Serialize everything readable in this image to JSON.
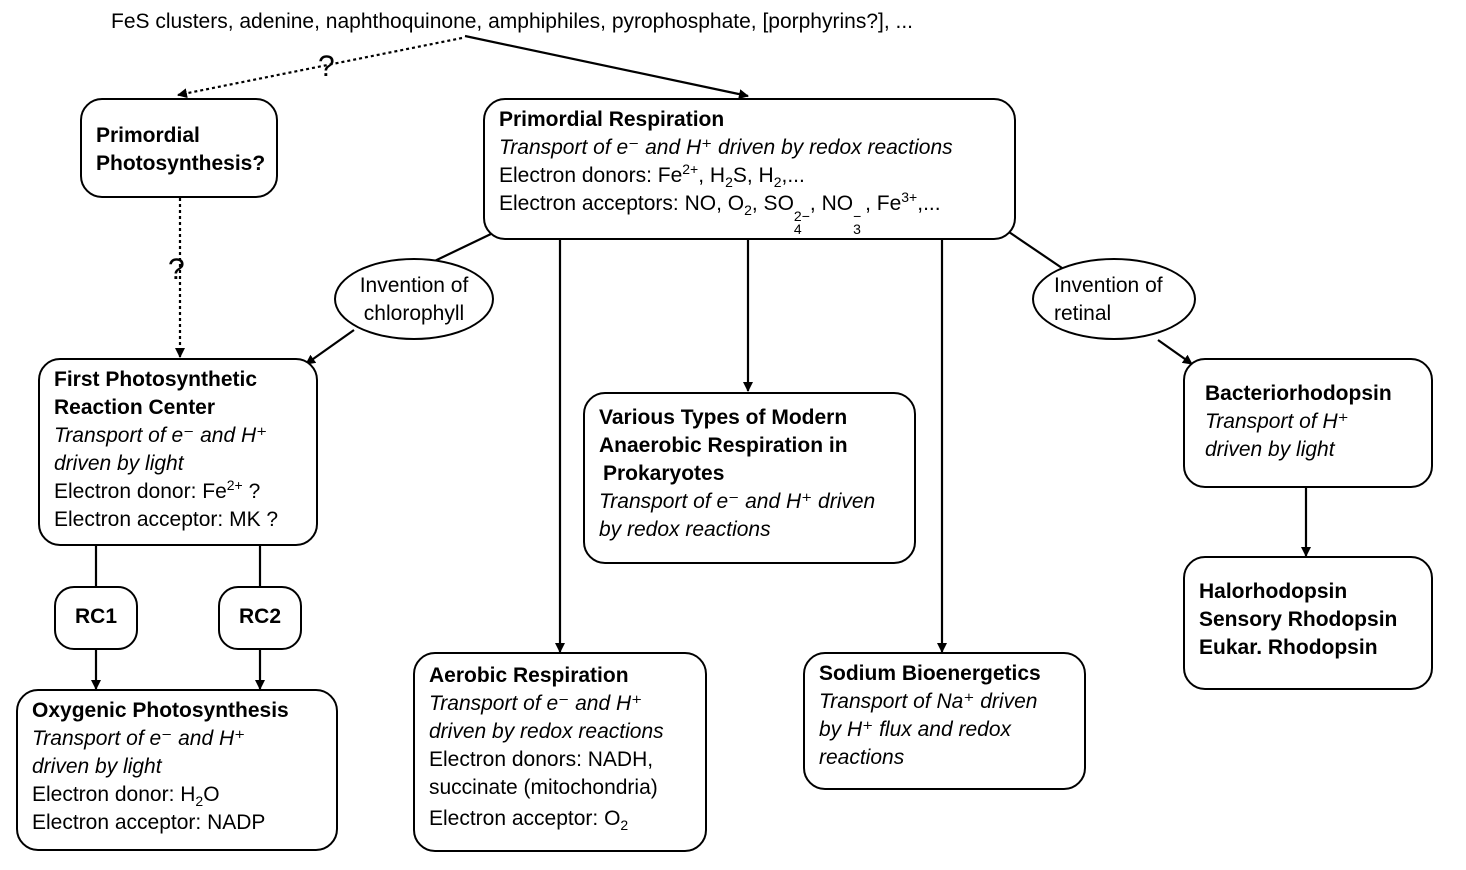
{
  "top_label": "FeS clusters, adenine, naphthoquinone, amphiphiles, pyrophosphate, [porphyrins?], ...",
  "question_marks": [
    "?",
    "?"
  ],
  "primordial_photosynthesis": {
    "line1": "Primordial",
    "line2": "Photosynthesis?"
  },
  "primordial_respiration": {
    "title": "Primordial Respiration",
    "subtitle": "Transport of e⁻ and H⁺ driven by redox reactions",
    "donors_prefix": "Electron donors: Fe",
    "donors_fe_charge": "2+",
    "donors_mid": ", H",
    "donors_h2s_sub": "2",
    "donors_s": "S, H",
    "donors_h2_sub": "2",
    "donors_tail": ",...",
    "acceptors_prefix": "Electron acceptors: NO, O",
    "acceptors_o2_sub": "2",
    "acceptors_so": ", SO",
    "acceptors_so4_sub": "4",
    "acceptors_so4_sup": "2−",
    "acceptors_no": ", NO",
    "acceptors_no3_sub": "3",
    "acceptors_no3_sup": "−",
    "acceptors_fe": ", Fe",
    "acceptors_fe_sup": "3+",
    "acceptors_tail": ",..."
  },
  "chlorophyll_ellipse": {
    "line1": "Invention of",
    "line2": "chlorophyll"
  },
  "retinal_ellipse": {
    "line1": "Invention of",
    "line2": "retinal"
  },
  "first_rc": {
    "title1": "First Photosynthetic",
    "title2": "Reaction Center",
    "sub1": "Transport of e⁻ and H⁺",
    "sub2": "driven by light",
    "donor_prefix": "Electron donor: Fe",
    "donor_sup": "2+",
    "donor_tail": " ?",
    "acceptor": "Electron acceptor: MK ?"
  },
  "rc1": "RC1",
  "rc2": "RC2",
  "oxygenic": {
    "title": "Oxygenic Photosynthesis",
    "sub1": "Transport of e⁻ and H⁺",
    "sub2": "driven by light",
    "donor_prefix": "Electron donor: H",
    "donor_sub": "2",
    "donor_tail": "O",
    "acceptor": "Electron acceptor: NADP"
  },
  "anaerobic": {
    "title1": "Various Types of Modern",
    "title2": "Anaerobic Respiration in",
    "title3": "Prokaryotes",
    "sub1": "Transport of e⁻ and H⁺ driven",
    "sub2": "by redox reactions"
  },
  "aerobic": {
    "title": "Aerobic Respiration",
    "sub1": "Transport of e⁻ and H⁺",
    "sub2": "driven by redox reactions",
    "donors1": "Electron donors: NADH,",
    "donors2": "succinate (mitochondria)",
    "acceptor_prefix": "Electron acceptor: O",
    "acceptor_sub": "2"
  },
  "sodium": {
    "title": "Sodium Bioenergetics",
    "sub1": "Transport of Na⁺ driven",
    "sub2": "by H⁺ flux and redox",
    "sub3": "reactions"
  },
  "bacteriorhodopsin": {
    "title": "Bacteriorhodopsin",
    "sub1": "Transport of H⁺",
    "sub2": "driven by light"
  },
  "rhodopsins": {
    "line1": "Halorhodopsin",
    "line2": "Sensory Rhodopsin",
    "line3": "Eukar. Rhodopsin"
  }
}
